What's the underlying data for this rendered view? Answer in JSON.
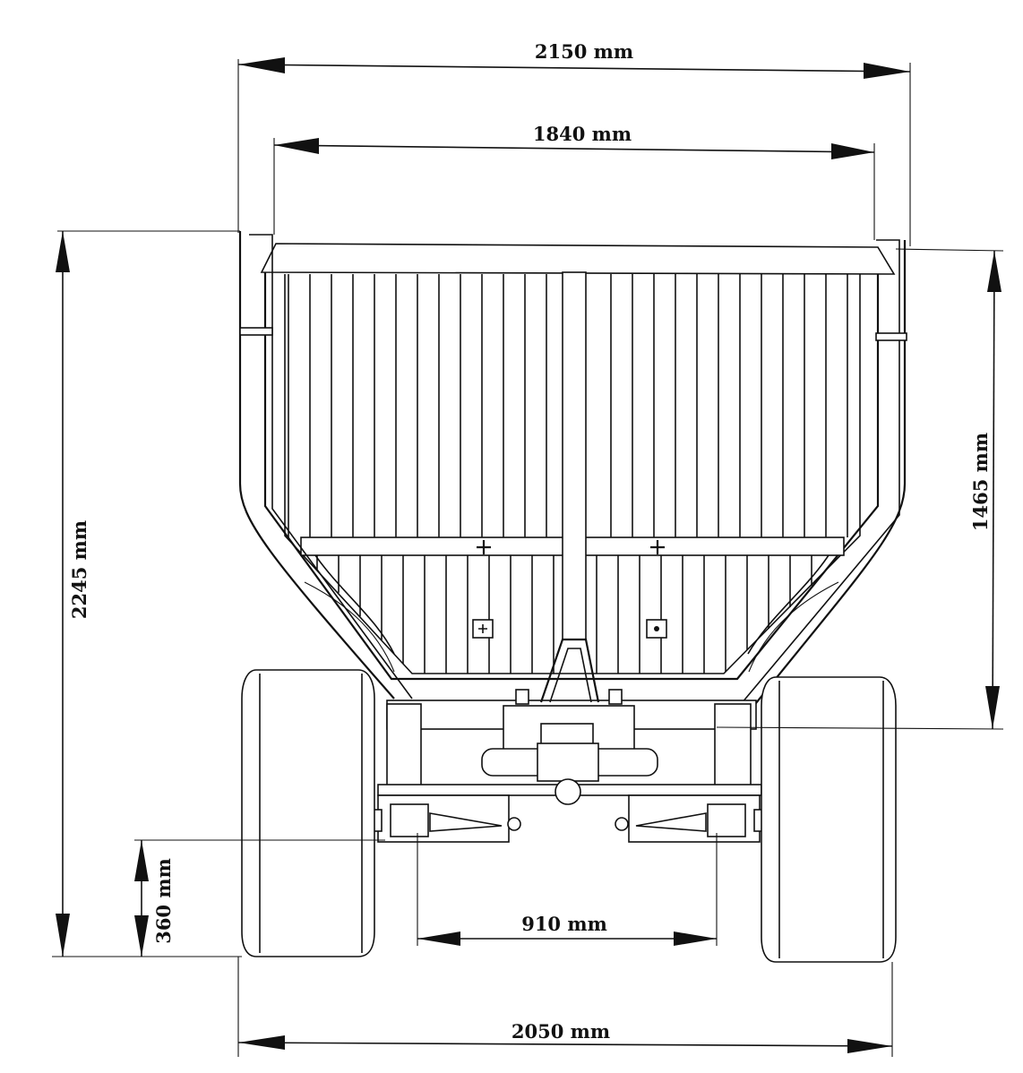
{
  "dimensions": {
    "overall_width": "2150 mm",
    "body_width": "1840 mm",
    "overall_height": "2245 mm",
    "body_height": "1465 mm",
    "ground_clearance": "360 mm",
    "inner_track": "910 mm",
    "outer_track": "2050 mm"
  },
  "icons": [
    "dimension-arrow",
    "wheel",
    "hopper-body",
    "hitch"
  ],
  "line_color": "#111111",
  "background_color": "#ffffff"
}
